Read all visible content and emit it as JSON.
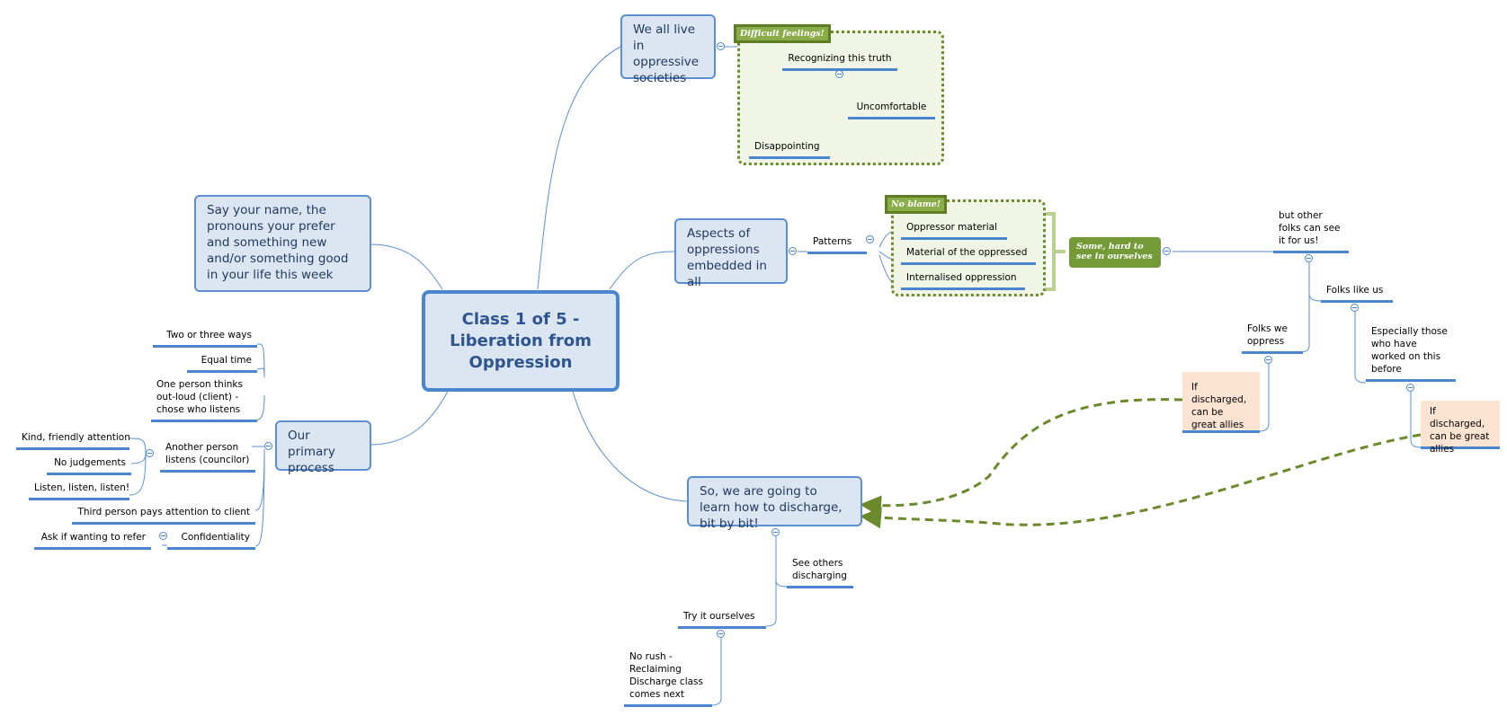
{
  "central": {
    "title": "Class 1 of 5 - Liberation from Oppression"
  },
  "topics": {
    "oppressive": "We all live in oppressive societies",
    "aspects": "Aspects of oppressions embedded in all",
    "say_name": "Say your name, the pronouns your prefer and something new and/or something good in your life this week",
    "process": "Our primary process",
    "discharge": "So, we are going to learn how to discharge, bit by bit!"
  },
  "difficult": {
    "label": "Difficult feelings!",
    "recognizing": "Recognizing this truth",
    "uncomfortable": "Uncomfortable",
    "disappointing": "Disappointing"
  },
  "patterns": {
    "label": "Patterns",
    "boundary_label": "No blame!",
    "items": [
      "Oppressor material",
      "Material of the oppressed",
      "Internalised oppression"
    ],
    "summary": "Some, hard to see in ourselves",
    "but_other": "but other folks can see it for us!",
    "folks_we": "Folks we oppress",
    "folks_like": "Folks like us",
    "especially": "Especially those who have worked on this before",
    "allies_1": "If discharged, can be great allies",
    "allies_2": "If discharged, can be great allies"
  },
  "process": {
    "items": [
      "Two or three ways",
      "Equal time",
      "One person thinks out-loud (client) - chose who listens",
      "Another person listens (councilor)",
      "Third person pays attention to client",
      "Confidentiality"
    ],
    "listener_items": [
      "Kind, friendly attention",
      "No judgements",
      "Listen, listen, listen!"
    ],
    "refer": "Ask if wanting to refer"
  },
  "discharge": {
    "see_others": "See others discharging",
    "try": "Try it ourselves",
    "no_rush": "No rush - Reclaiming Discharge class comes next"
  },
  "colors": {
    "topic_fill": "#dce6f2",
    "line": "#4a86d0",
    "green": "#739a37",
    "peach": "#fde4d2"
  }
}
